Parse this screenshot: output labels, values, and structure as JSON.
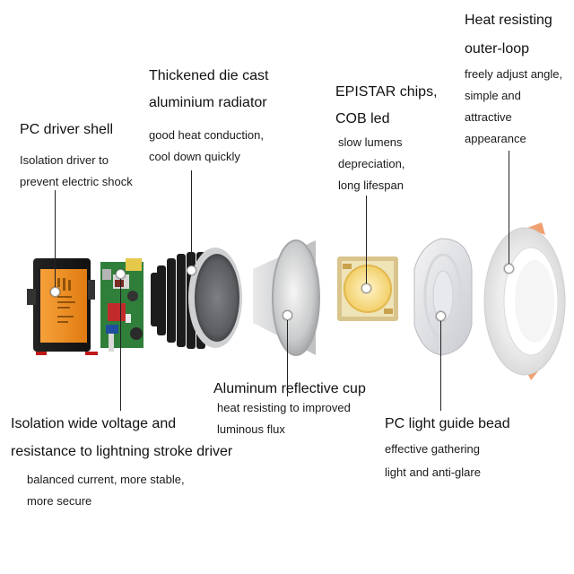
{
  "labels": {
    "pc_driver_shell": {
      "title": "PC driver shell",
      "desc": [
        "Isolation driver to",
        "prevent electric shock"
      ]
    },
    "radiator": {
      "title": [
        "Thickened die cast",
        "aluminium radiator"
      ],
      "desc": [
        "good heat conduction,",
        "cool down quickly"
      ]
    },
    "chips": {
      "title": [
        "EPISTAR chips,",
        "COB led"
      ],
      "desc": [
        "slow lumens",
        "depreciation,",
        "long lifespan"
      ]
    },
    "outer_loop": {
      "title": [
        "Heat resisting",
        "outer-loop"
      ],
      "desc": [
        "freely adjust angle,",
        "simple and",
        "attractive",
        "appearance"
      ]
    },
    "driver": {
      "title": [
        "Isolation wide voltage and",
        "resistance to lightning stroke driver"
      ],
      "desc": [
        "balanced current, more stable,",
        "more secure"
      ]
    },
    "reflective_cup": {
      "title": "Aluminum reflective cup",
      "desc": [
        "heat resisting to improved",
        "luminous flux"
      ]
    },
    "guide_bead": {
      "title": "PC light guide bead",
      "desc": [
        "effective gathering",
        "light and anti-glare"
      ]
    }
  },
  "colors": {
    "driver_case": "#f08a1c",
    "pcb": "#2f7f3a",
    "radiator": "#1c1c1c",
    "led": "#f6dc88",
    "outer_ring": "#f2f2f2",
    "ring_tabs": "#f0a070"
  }
}
